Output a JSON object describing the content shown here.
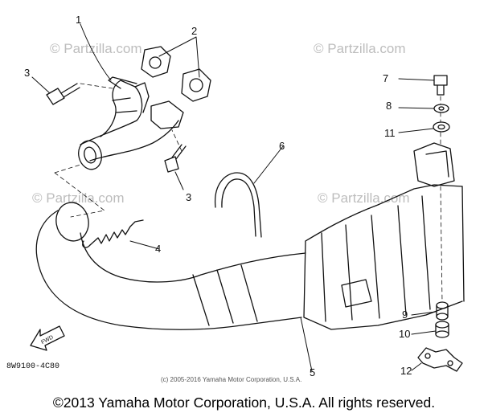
{
  "watermarks": {
    "main": "© Partzilla.com",
    "right": "© Partzilla.com",
    "lower_left": "© Partzilla.com",
    "lower_right": "© Partzilla.com"
  },
  "callouts": [
    "1",
    "2",
    "3",
    "3",
    "4",
    "5",
    "6",
    "7",
    "8",
    "11",
    "9",
    "10",
    "12"
  ],
  "fwd_label": "FWD",
  "diagram_code": "8W9100-4C80",
  "inner_copyright": "(c) 2005-2016 Yamaha Motor Corporation, U.S.A.",
  "footer_copyright": "©2013 Yamaha Motor Corporation, U.S.A. All rights reserved."
}
